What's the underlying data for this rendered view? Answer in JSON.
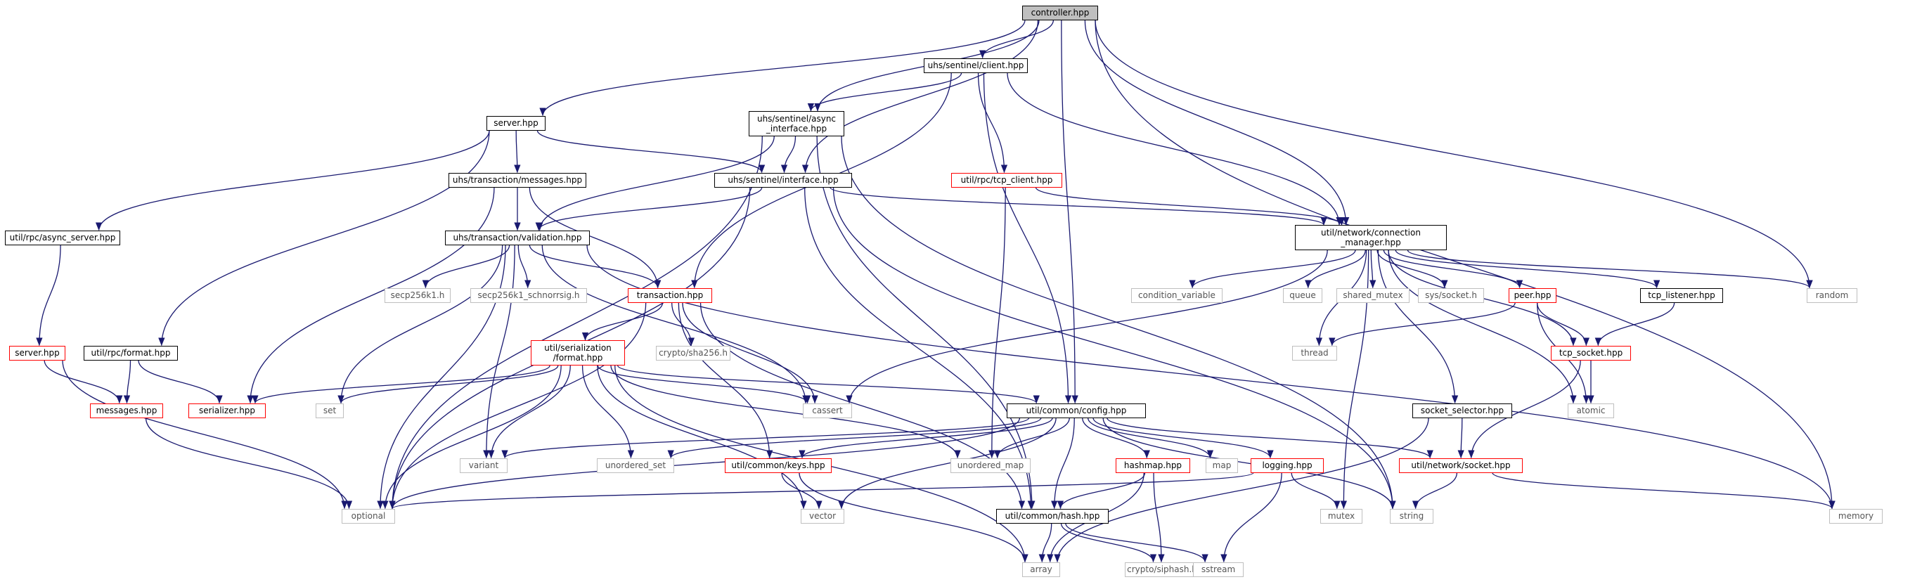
{
  "graph": {
    "edge_color": "#191970",
    "nodes": [
      {
        "id": "controller",
        "label": "controller.hpp",
        "kind": "root",
        "interactable": false
      },
      {
        "id": "sentinel_client",
        "label": "uhs/sentinel/client.hpp",
        "kind": "doc",
        "interactable": true
      },
      {
        "id": "server",
        "label": "server.hpp",
        "kind": "doc",
        "interactable": true
      },
      {
        "id": "async_iface",
        "label": "uhs/sentinel/async\n_interface.hpp",
        "kind": "doc",
        "interactable": true
      },
      {
        "id": "tx_messages",
        "label": "uhs/transaction/messages.hpp",
        "kind": "doc",
        "interactable": true
      },
      {
        "id": "sentinel_iface",
        "label": "uhs/sentinel/interface.hpp",
        "kind": "doc",
        "interactable": true
      },
      {
        "id": "tcp_client",
        "label": "util/rpc/tcp_client.hpp",
        "kind": "inc",
        "interactable": true
      },
      {
        "id": "async_server",
        "label": "util/rpc/async_server.hpp",
        "kind": "doc",
        "interactable": true
      },
      {
        "id": "tx_validation",
        "label": "uhs/transaction/validation.hpp",
        "kind": "doc",
        "interactable": true
      },
      {
        "id": "conn_manager",
        "label": "util/network/connection\n_manager.hpp",
        "kind": "doc",
        "interactable": true
      },
      {
        "id": "secp256k1",
        "label": "secp256k1.h",
        "kind": "sys",
        "interactable": false
      },
      {
        "id": "secp_schnorr",
        "label": "secp256k1_schnorrsig.h",
        "kind": "sys",
        "interactable": false
      },
      {
        "id": "transaction",
        "label": "transaction.hpp",
        "kind": "inc",
        "interactable": true
      },
      {
        "id": "condition_variable",
        "label": "condition_variable",
        "kind": "sys",
        "interactable": false
      },
      {
        "id": "queue",
        "label": "queue",
        "kind": "sys",
        "interactable": false
      },
      {
        "id": "shared_mutex",
        "label": "shared_mutex",
        "kind": "sys",
        "interactable": false
      },
      {
        "id": "sys_socket",
        "label": "sys/socket.h",
        "kind": "sys",
        "interactable": false
      },
      {
        "id": "peer",
        "label": "peer.hpp",
        "kind": "inc",
        "interactable": true
      },
      {
        "id": "tcp_listener",
        "label": "tcp_listener.hpp",
        "kind": "doc",
        "interactable": true
      },
      {
        "id": "random",
        "label": "random",
        "kind": "sys",
        "interactable": false
      },
      {
        "id": "server_hpp2",
        "label": "server.hpp",
        "kind": "inc",
        "interactable": true
      },
      {
        "id": "rpc_format",
        "label": "util/rpc/format.hpp",
        "kind": "doc",
        "interactable": true
      },
      {
        "id": "serialization_format",
        "label": "util/serialization\n/format.hpp",
        "kind": "inc",
        "interactable": true
      },
      {
        "id": "crypto_sha256",
        "label": "crypto/sha256.h",
        "kind": "sys",
        "interactable": false
      },
      {
        "id": "thread",
        "label": "thread",
        "kind": "sys",
        "interactable": false
      },
      {
        "id": "tcp_socket",
        "label": "tcp_socket.hpp",
        "kind": "inc",
        "interactable": true
      },
      {
        "id": "messages",
        "label": "messages.hpp",
        "kind": "inc",
        "interactable": true
      },
      {
        "id": "serializer",
        "label": "serializer.hpp",
        "kind": "inc",
        "interactable": true
      },
      {
        "id": "set",
        "label": "set",
        "kind": "sys",
        "interactable": false
      },
      {
        "id": "cassert",
        "label": "cassert",
        "kind": "sys",
        "interactable": false
      },
      {
        "id": "config",
        "label": "util/common/config.hpp",
        "kind": "doc",
        "interactable": true
      },
      {
        "id": "socket_selector",
        "label": "socket_selector.hpp",
        "kind": "doc",
        "interactable": true
      },
      {
        "id": "atomic",
        "label": "atomic",
        "kind": "sys",
        "interactable": false
      },
      {
        "id": "variant",
        "label": "variant",
        "kind": "sys",
        "interactable": false
      },
      {
        "id": "unordered_set",
        "label": "unordered_set",
        "kind": "sys",
        "interactable": false
      },
      {
        "id": "keys",
        "label": "util/common/keys.hpp",
        "kind": "inc",
        "interactable": true
      },
      {
        "id": "unordered_map",
        "label": "unordered_map",
        "kind": "sys",
        "interactable": false
      },
      {
        "id": "hashmap",
        "label": "hashmap.hpp",
        "kind": "inc",
        "interactable": true
      },
      {
        "id": "map",
        "label": "map",
        "kind": "sys",
        "interactable": false
      },
      {
        "id": "logging",
        "label": "logging.hpp",
        "kind": "inc",
        "interactable": true
      },
      {
        "id": "network_socket",
        "label": "util/network/socket.hpp",
        "kind": "inc",
        "interactable": true
      },
      {
        "id": "optional",
        "label": "optional",
        "kind": "sys",
        "interactable": false
      },
      {
        "id": "vector",
        "label": "vector",
        "kind": "sys",
        "interactable": false
      },
      {
        "id": "hash",
        "label": "util/common/hash.hpp",
        "kind": "doc",
        "interactable": true
      },
      {
        "id": "mutex",
        "label": "mutex",
        "kind": "sys",
        "interactable": false
      },
      {
        "id": "string",
        "label": "string",
        "kind": "sys",
        "interactable": false
      },
      {
        "id": "memory",
        "label": "memory",
        "kind": "sys",
        "interactable": false
      },
      {
        "id": "array",
        "label": "array",
        "kind": "sys",
        "interactable": false
      },
      {
        "id": "crypto_siphash",
        "label": "crypto/siphash.h",
        "kind": "sys",
        "interactable": false
      },
      {
        "id": "sstream",
        "label": "sstream",
        "kind": "sys",
        "interactable": false
      }
    ],
    "edges": [
      [
        "controller",
        "sentinel_client"
      ],
      [
        "controller",
        "server"
      ],
      [
        "controller",
        "async_iface"
      ],
      [
        "controller",
        "sentinel_iface"
      ],
      [
        "controller",
        "conn_manager"
      ],
      [
        "controller",
        "config"
      ],
      [
        "controller",
        "random"
      ],
      [
        "controller",
        "memory"
      ],
      [
        "sentinel_client",
        "async_iface"
      ],
      [
        "sentinel_client",
        "tcp_client"
      ],
      [
        "sentinel_client",
        "conn_manager"
      ],
      [
        "sentinel_client",
        "transaction"
      ],
      [
        "sentinel_client",
        "config"
      ],
      [
        "server",
        "tx_messages"
      ],
      [
        "server",
        "async_server"
      ],
      [
        "server",
        "rpc_format"
      ],
      [
        "server",
        "sentinel_iface"
      ],
      [
        "async_iface",
        "sentinel_iface"
      ],
      [
        "async_iface",
        "tx_validation"
      ],
      [
        "async_iface",
        "optional"
      ],
      [
        "async_iface",
        "hash"
      ],
      [
        "async_iface",
        "string"
      ],
      [
        "tx_messages",
        "tx_validation"
      ],
      [
        "tx_messages",
        "transaction"
      ],
      [
        "tx_messages",
        "serializer"
      ],
      [
        "sentinel_iface",
        "tx_validation"
      ],
      [
        "sentinel_iface",
        "conn_manager"
      ],
      [
        "sentinel_iface",
        "optional"
      ],
      [
        "sentinel_iface",
        "hash"
      ],
      [
        "sentinel_iface",
        "string"
      ],
      [
        "tcp_client",
        "conn_manager"
      ],
      [
        "tcp_client",
        "unordered_map"
      ],
      [
        "async_server",
        "server_hpp2"
      ],
      [
        "tx_validation",
        "transaction"
      ],
      [
        "tx_validation",
        "secp256k1"
      ],
      [
        "tx_validation",
        "secp_schnorr"
      ],
      [
        "tx_validation",
        "set"
      ],
      [
        "tx_validation",
        "variant"
      ],
      [
        "tx_validation",
        "optional"
      ],
      [
        "tx_validation",
        "cassert"
      ],
      [
        "tx_validation",
        "memory"
      ],
      [
        "conn_manager",
        "condition_variable"
      ],
      [
        "conn_manager",
        "queue"
      ],
      [
        "conn_manager",
        "shared_mutex"
      ],
      [
        "conn_manager",
        "sys_socket"
      ],
      [
        "conn_manager",
        "peer"
      ],
      [
        "conn_manager",
        "tcp_listener"
      ],
      [
        "conn_manager",
        "random"
      ],
      [
        "conn_manager",
        "tcp_socket"
      ],
      [
        "conn_manager",
        "atomic"
      ],
      [
        "conn_manager",
        "thread"
      ],
      [
        "conn_manager",
        "cassert"
      ],
      [
        "conn_manager",
        "socket_selector"
      ],
      [
        "conn_manager",
        "mutex"
      ],
      [
        "peer",
        "tcp_socket"
      ],
      [
        "peer",
        "thread"
      ],
      [
        "peer",
        "atomic"
      ],
      [
        "tcp_listener",
        "tcp_socket"
      ],
      [
        "tcp_socket",
        "network_socket"
      ],
      [
        "tcp_socket",
        "atomic"
      ],
      [
        "socket_selector",
        "network_socket"
      ],
      [
        "socket_selector",
        "array"
      ],
      [
        "transaction",
        "serialization_format"
      ],
      [
        "transaction",
        "crypto_sha256"
      ],
      [
        "transaction",
        "keys"
      ],
      [
        "transaction",
        "hash"
      ],
      [
        "transaction",
        "optional"
      ],
      [
        "transaction",
        "cassert"
      ],
      [
        "server_hpp2",
        "messages"
      ],
      [
        "server_hpp2",
        "optional"
      ],
      [
        "rpc_format",
        "messages"
      ],
      [
        "rpc_format",
        "serializer"
      ],
      [
        "messages",
        "optional"
      ],
      [
        "serialization_format",
        "serializer"
      ],
      [
        "serialization_format",
        "set"
      ],
      [
        "serialization_format",
        "cassert"
      ],
      [
        "serialization_format",
        "config"
      ],
      [
        "serialization_format",
        "unordered_set"
      ],
      [
        "serialization_format",
        "unordered_map"
      ],
      [
        "serialization_format",
        "variant"
      ],
      [
        "serialization_format",
        "optional"
      ],
      [
        "serialization_format",
        "vector"
      ],
      [
        "serialization_format",
        "array"
      ],
      [
        "config",
        "unordered_map"
      ],
      [
        "config",
        "map"
      ],
      [
        "config",
        "variant"
      ],
      [
        "config",
        "unordered_set"
      ],
      [
        "config",
        "keys"
      ],
      [
        "config",
        "hashmap"
      ],
      [
        "config",
        "logging"
      ],
      [
        "config",
        "network_socket"
      ],
      [
        "config",
        "optional"
      ],
      [
        "config",
        "vector"
      ],
      [
        "config",
        "hash"
      ],
      [
        "config",
        "string"
      ],
      [
        "keys",
        "vector"
      ],
      [
        "keys",
        "array"
      ],
      [
        "hashmap",
        "hash"
      ],
      [
        "hashmap",
        "array"
      ],
      [
        "hashmap",
        "crypto_siphash"
      ],
      [
        "logging",
        "optional"
      ],
      [
        "logging",
        "mutex"
      ],
      [
        "logging",
        "sstream"
      ],
      [
        "network_socket",
        "string"
      ],
      [
        "network_socket",
        "memory"
      ],
      [
        "hash",
        "array"
      ],
      [
        "hash",
        "crypto_siphash"
      ],
      [
        "hash",
        "sstream"
      ]
    ]
  }
}
